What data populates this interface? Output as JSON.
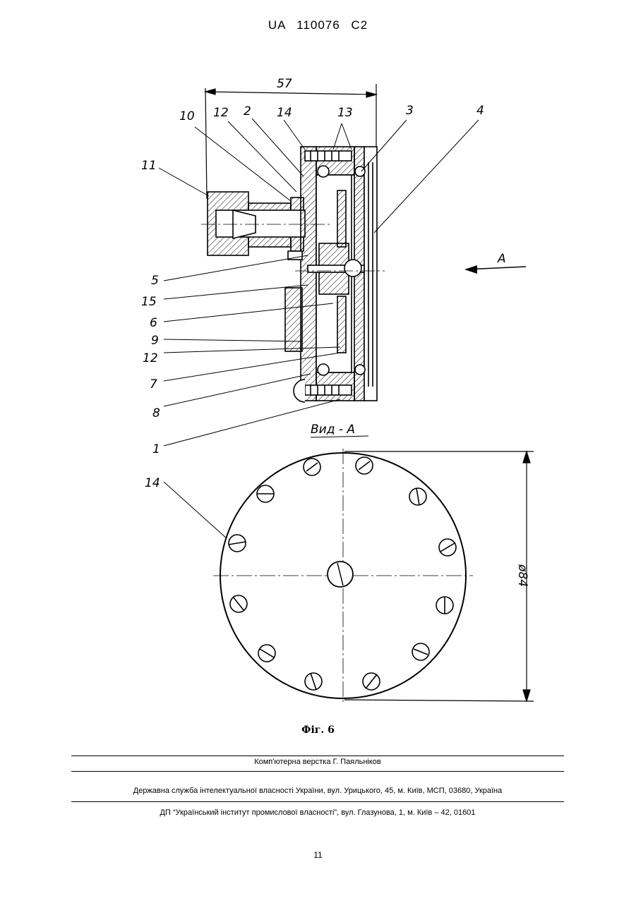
{
  "header": {
    "patent_id": "UA   110076   C2"
  },
  "drawing": {
    "dimension_top": "57",
    "dimension_diameter": "ø84",
    "view_label": "Вид - А",
    "view_arrow_label": "А",
    "callouts": {
      "c10": "10",
      "c12a": "12",
      "c2": "2",
      "c14a": "14",
      "c13": "13",
      "c3": "3",
      "c4": "4",
      "c11": "11",
      "c5": "5",
      "c15": "15",
      "c6": "6",
      "c9": "9",
      "c12b": "12",
      "c7": "7",
      "c8": "8",
      "c1": "1",
      "c14b": "14"
    }
  },
  "figure_caption": "Фіг. 6",
  "footer": {
    "line1": "Комп'ютерна верстка Г. Паяльніков",
    "line2": "Державна служба інтелектуальної власності України, вул. Урицького, 45, м. Київ, МСП, 03680, Україна",
    "line3": "ДП “Український інститут промислової власності”, вул. Глазунова, 1, м. Київ – 42, 01601"
  },
  "page_number": "11"
}
